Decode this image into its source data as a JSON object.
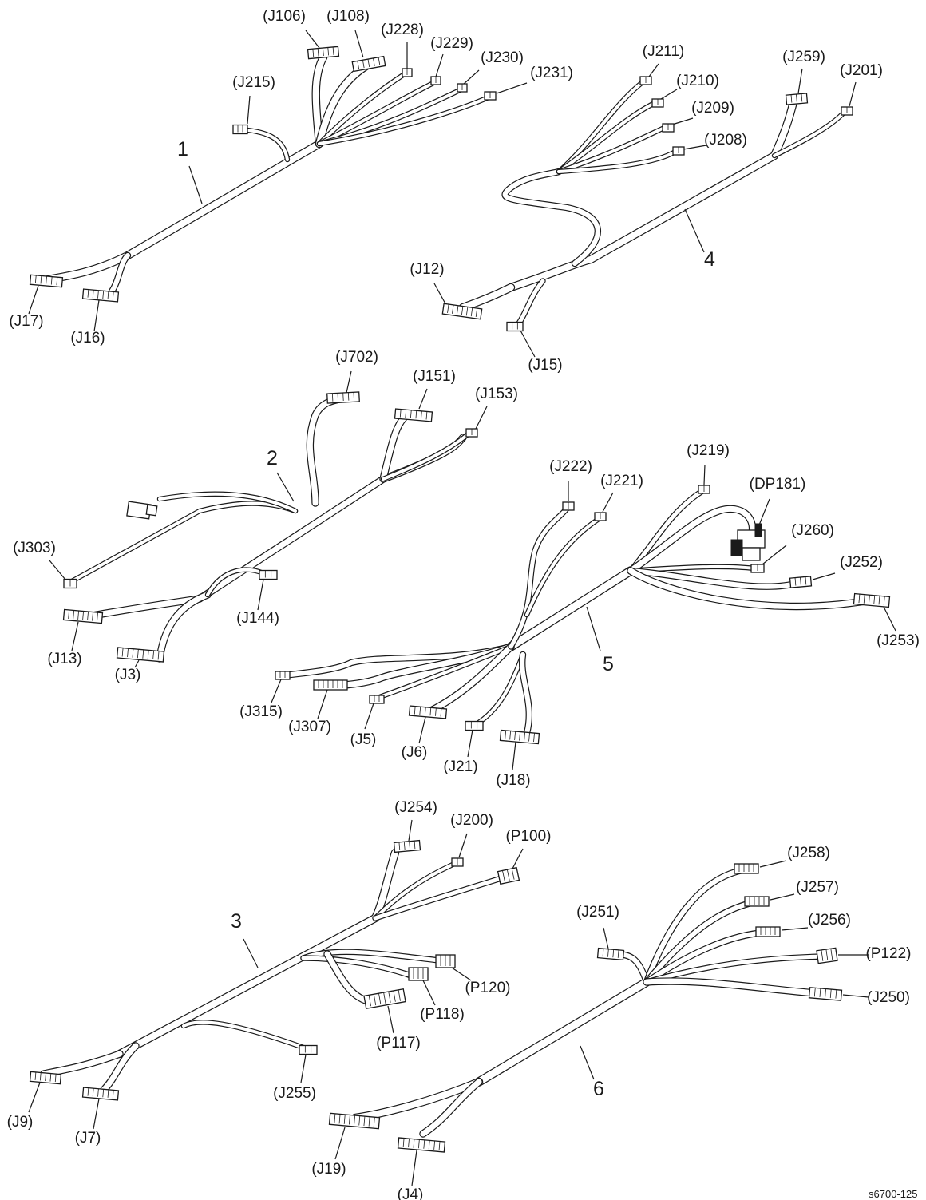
{
  "figure_code": "s6700-125",
  "harnesses": [
    {
      "id": "h1",
      "number": "1",
      "connectors": [
        "(J106)",
        "(J108)",
        "(J228)",
        "(J229)",
        "(J230)",
        "(J231)",
        "(J215)",
        "(J17)",
        "(J16)"
      ]
    },
    {
      "id": "h4",
      "number": "4",
      "connectors": [
        "(J211)",
        "(J210)",
        "(J209)",
        "(J208)",
        "(J259)",
        "(J201)",
        "(J12)",
        "(J15)"
      ]
    },
    {
      "id": "h2",
      "number": "2",
      "connectors": [
        "(J702)",
        "(J151)",
        "(J153)",
        "(J303)",
        "(J144)",
        "(J13)",
        "(J3)"
      ]
    },
    {
      "id": "h5",
      "number": "5",
      "connectors": [
        "(J222)",
        "(J221)",
        "(J219)",
        "(DP181)",
        "(J260)",
        "(J252)",
        "(J253)",
        "(J315)",
        "(J307)",
        "(J5)",
        "(J6)",
        "(J21)",
        "(J18)"
      ]
    },
    {
      "id": "h3",
      "number": "3",
      "connectors": [
        "(J254)",
        "(J200)",
        "(P100)",
        "(P120)",
        "(P118)",
        "(P117)",
        "(J9)",
        "(J7)",
        "(J255)"
      ]
    },
    {
      "id": "h6",
      "number": "6",
      "connectors": [
        "(J251)",
        "(J258)",
        "(J257)",
        "(J256)",
        "(P122)",
        "(J250)",
        "(J19)",
        "(J4)"
      ]
    }
  ]
}
